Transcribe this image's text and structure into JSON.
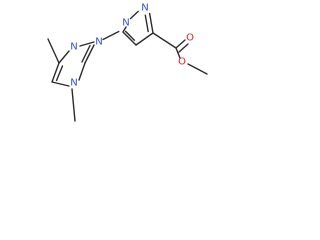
{
  "molecule": {
    "bond_color": "#2b2b2b",
    "nitrogen_color": "#3050d0",
    "oxygen_color": "#e02020",
    "atoms": [
      {
        "id": "n1",
        "symbol": "N",
        "element": "nitrogen"
      },
      {
        "id": "n2",
        "symbol": "N",
        "element": "nitrogen"
      },
      {
        "id": "n3",
        "symbol": "N",
        "element": "nitrogen"
      },
      {
        "id": "n4",
        "symbol": "N",
        "element": "nitrogen"
      },
      {
        "id": "n5",
        "symbol": "N",
        "element": "nitrogen"
      },
      {
        "id": "o1",
        "symbol": "O",
        "element": "oxygen"
      },
      {
        "id": "o2",
        "symbol": "O",
        "element": "oxygen"
      }
    ]
  }
}
